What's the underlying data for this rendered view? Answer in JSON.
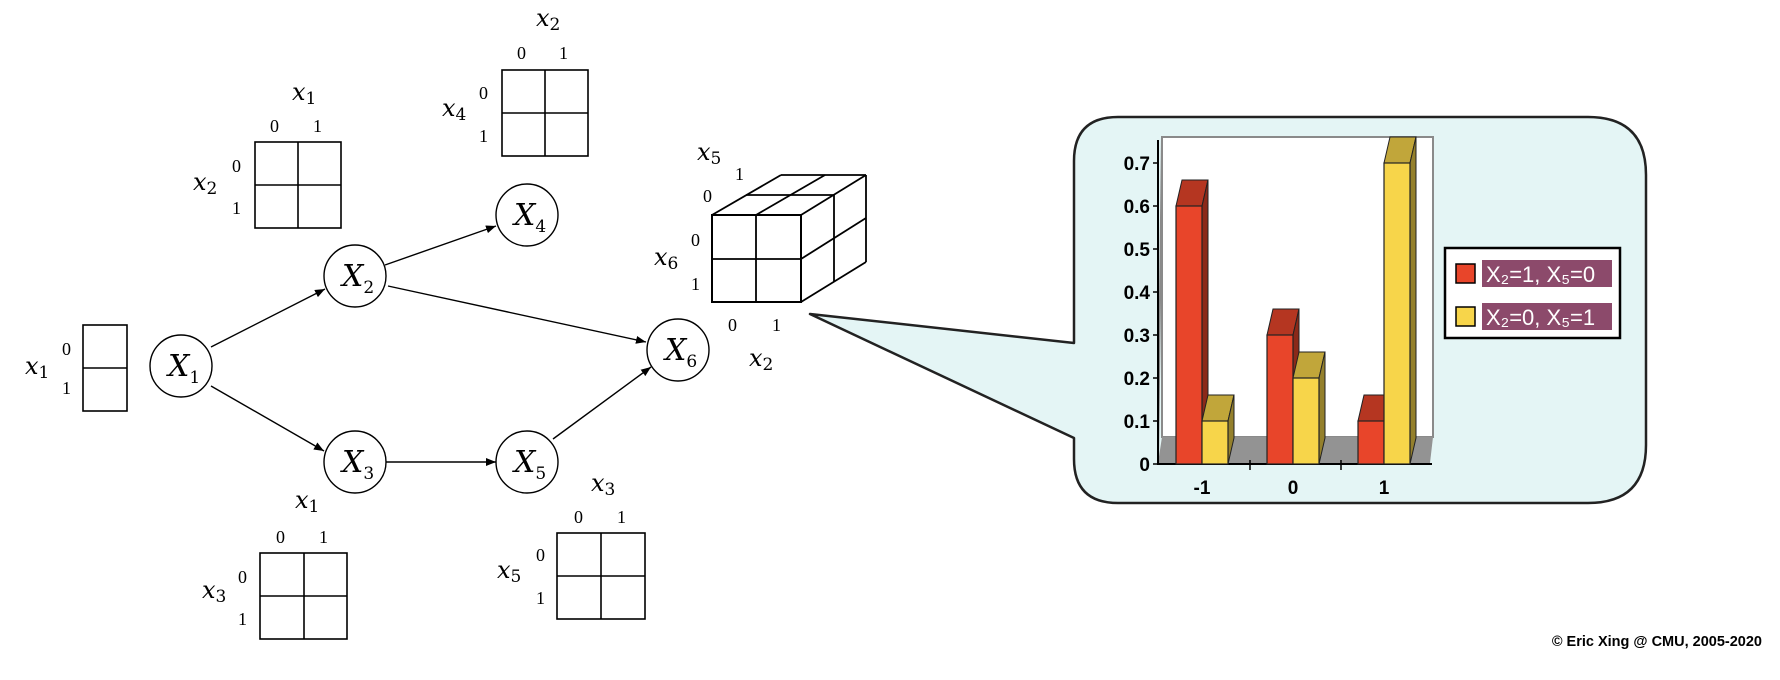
{
  "nodes": {
    "x1": {
      "base": "X",
      "sub": "1"
    },
    "x2": {
      "base": "X",
      "sub": "2"
    },
    "x3": {
      "base": "X",
      "sub": "3"
    },
    "x4": {
      "base": "X",
      "sub": "4"
    },
    "x5": {
      "base": "X",
      "sub": "5"
    },
    "x6": {
      "base": "X",
      "sub": "6"
    }
  },
  "cpt_x1": {
    "row_var": "x",
    "row_sub": "1",
    "row_vals": [
      "0",
      "1"
    ]
  },
  "cpt_x2": {
    "col_var": "x",
    "col_sub": "1",
    "col_vals": [
      "0",
      "1"
    ],
    "row_var": "x",
    "row_sub": "2",
    "row_vals": [
      "0",
      "1"
    ]
  },
  "cpt_x3": {
    "col_var": "x",
    "col_sub": "1",
    "col_vals": [
      "0",
      "1"
    ],
    "row_var": "x",
    "row_sub": "3",
    "row_vals": [
      "0",
      "1"
    ]
  },
  "cpt_x4": {
    "col_var": "x",
    "col_sub": "2",
    "col_vals": [
      "0",
      "1"
    ],
    "row_var": "x",
    "row_sub": "4",
    "row_vals": [
      "0",
      "1"
    ]
  },
  "cpt_x5": {
    "col_var": "x",
    "col_sub": "3",
    "col_vals": [
      "0",
      "1"
    ],
    "row_var": "x",
    "row_sub": "5",
    "row_vals": [
      "0",
      "1"
    ]
  },
  "cpt_x6": {
    "depth_var": "x",
    "depth_sub": "5",
    "depth_vals": [
      "0",
      "1"
    ],
    "row_var": "x",
    "row_sub": "6",
    "row_vals": [
      "0",
      "1"
    ],
    "col_var": "x",
    "col_sub": "2",
    "col_vals": [
      "0",
      "1"
    ]
  },
  "chart_data": {
    "type": "bar",
    "categories": [
      "-1",
      "0",
      "1"
    ],
    "series": [
      {
        "name": "X₂=1, X₅=0",
        "values": [
          0.6,
          0.3,
          0.1
        ],
        "color": "#e8452a"
      },
      {
        "name": "X₂=0, X₅=1",
        "values": [
          0.1,
          0.2,
          0.7
        ],
        "color": "#f7d54a"
      }
    ],
    "yticks": [
      "0",
      "0.1",
      "0.2",
      "0.3",
      "0.4",
      "0.5",
      "0.6",
      "0.7"
    ],
    "ylim": [
      0,
      0.75
    ],
    "legend_position": "right",
    "legend_bg": "#8c4a6b",
    "panel_bg": "#e4f5f5",
    "style": "3d"
  },
  "copyright": "© Eric Xing @ CMU, 2005-2020"
}
